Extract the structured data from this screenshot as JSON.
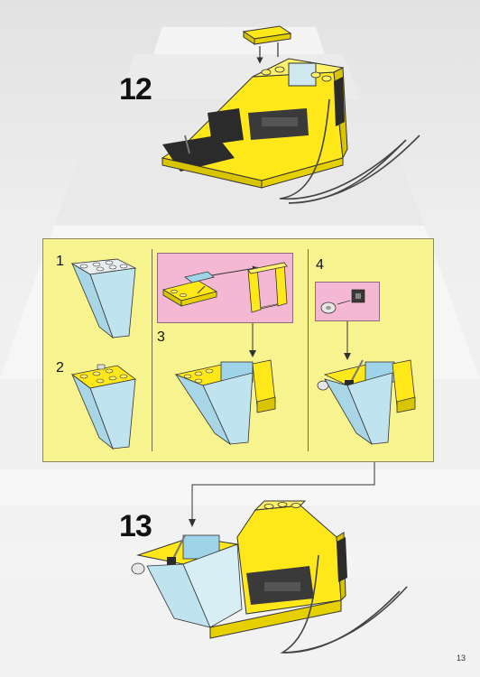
{
  "page": {
    "page_number": "13"
  },
  "steps": [
    {
      "number": "12"
    },
    {
      "number": "13"
    }
  ],
  "substeps": [
    {
      "number": "1"
    },
    {
      "number": "2"
    },
    {
      "number": "3"
    },
    {
      "number": "4"
    }
  ],
  "colors": {
    "substep_panel": "#f7f38f",
    "inset_panel": "#f5b8d2",
    "brick_yellow": "#ffe81a",
    "brick_black": "#2b2b2b",
    "trans_blue": "#bfe3ef",
    "light_gray": "#d6d6d6"
  }
}
